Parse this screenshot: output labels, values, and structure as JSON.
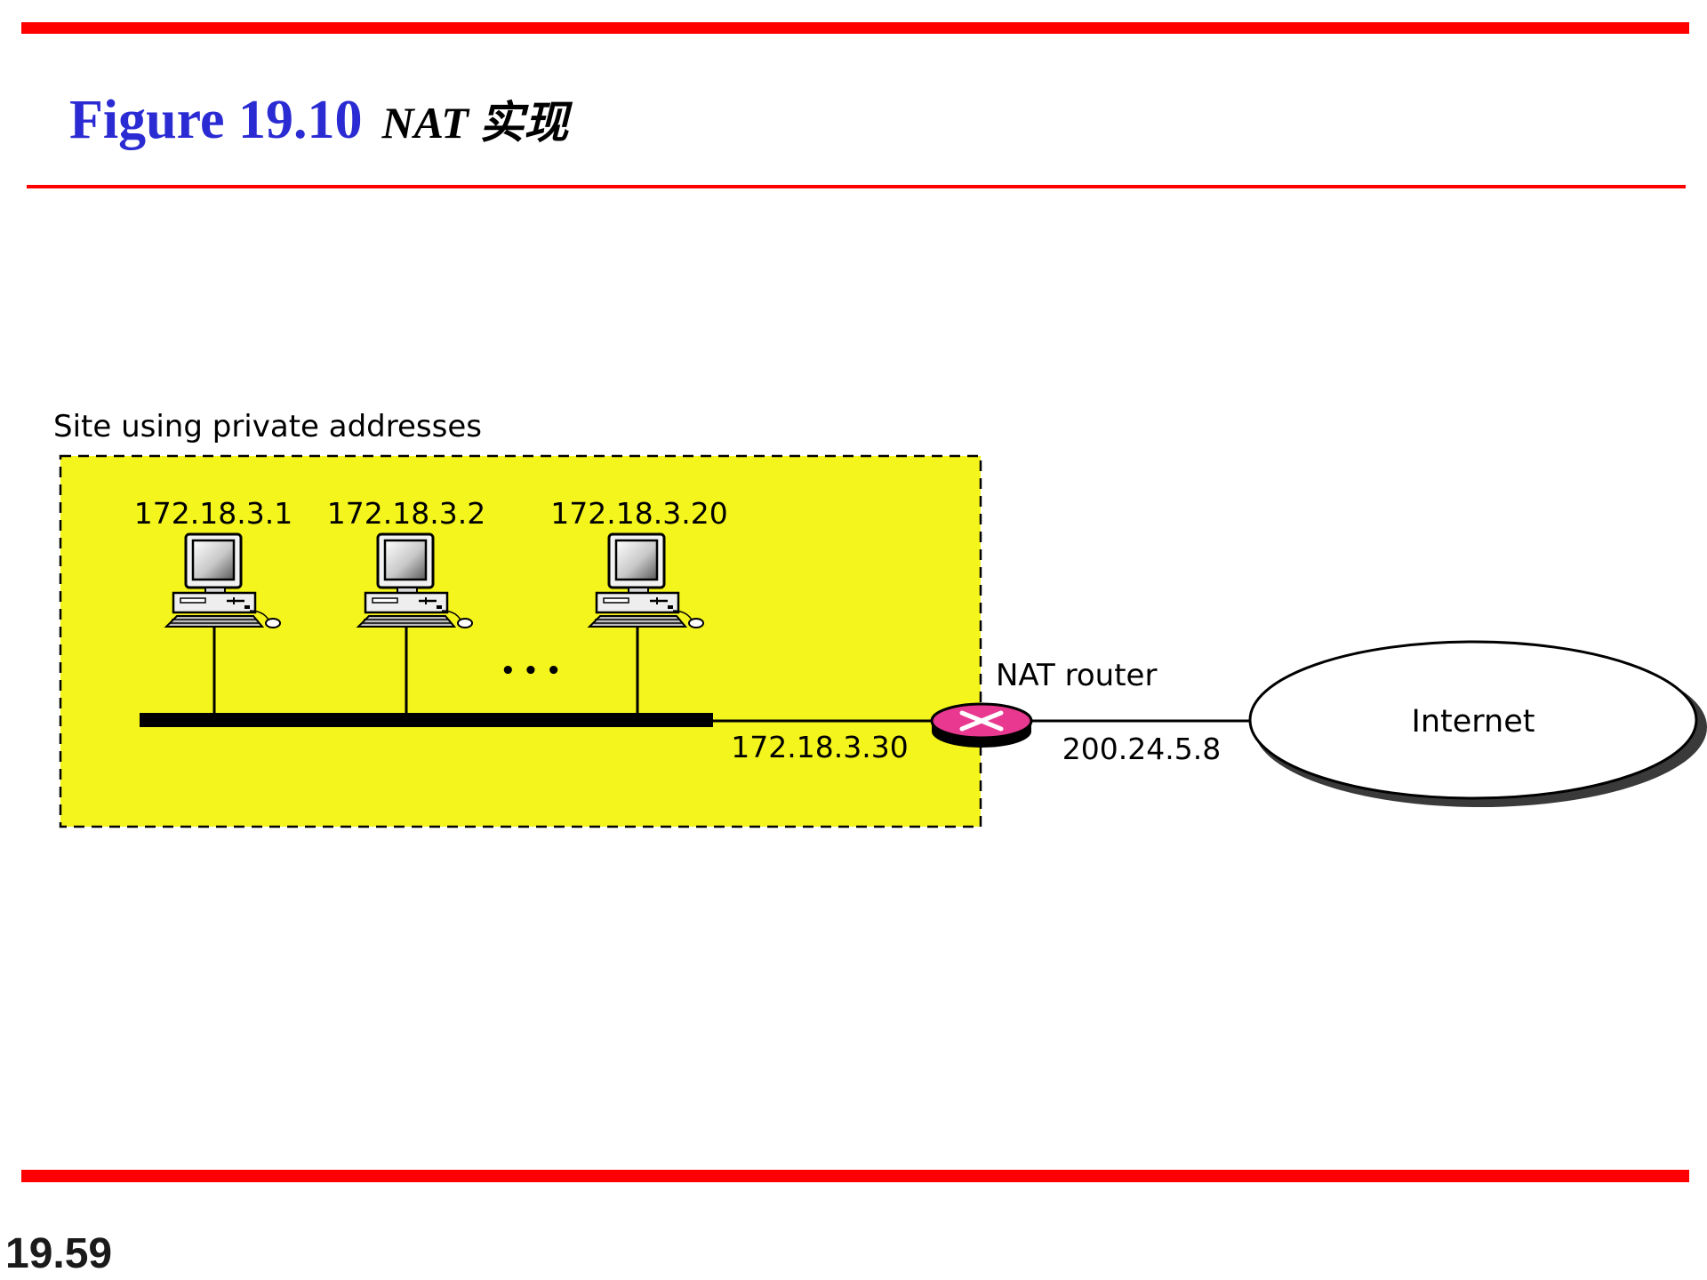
{
  "header": {
    "figure_label": "Figure 19.10",
    "caption": "NAT 实现"
  },
  "diagram": {
    "site_label": "Site using private addresses",
    "hosts": [
      {
        "ip": "172.18.3.1"
      },
      {
        "ip": "172.18.3.2"
      },
      {
        "ip": "172.18.3.20"
      }
    ],
    "ellipsis": "• • •",
    "router_label": "NAT router",
    "router_private_ip": "172.18.3.30",
    "router_public_ip": "200.24.5.8",
    "cloud_label": "Internet"
  },
  "footer": {
    "page_number": "19.59"
  },
  "colors": {
    "rule": "#ff0000",
    "figure_label": "#2b2bd4",
    "site_area": "#f5f51e",
    "router": "#e8388f"
  }
}
